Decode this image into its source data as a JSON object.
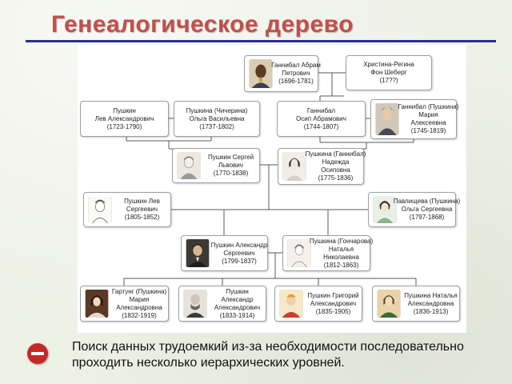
{
  "title": "Генеалогическое дерево",
  "nodes": {
    "gannibal_abram": {
      "lines": [
        "Ганнибал Абрам",
        "Петрович",
        "(1696-1781)"
      ]
    },
    "christina": {
      "lines": [
        "Христина-Регина",
        "Фон Шеберг",
        "(17??)"
      ]
    },
    "pushkin_lev_a": {
      "lines": [
        "Пушкин",
        "Лев Александрович",
        "(1723-1790)"
      ]
    },
    "pushkina_olga_v": {
      "lines": [
        "Пушкина (Чичерина)",
        "Ольга Васильевна",
        "(1737-1802)"
      ]
    },
    "gannibal_osip": {
      "lines": [
        "Ганнибал",
        "Осип Абрамович",
        "(1744-1807)"
      ]
    },
    "gannibal_maria": {
      "lines": [
        "Ганнибал (Пушкина)",
        "Мария",
        "Алексеевна",
        "(1745-1819)"
      ]
    },
    "pushkin_sergey": {
      "lines": [
        "Пушкин Сергей",
        "Львович",
        "(1770-1838)"
      ]
    },
    "pushkina_nadezhda": {
      "lines": [
        "Пушкина (Ганнибал)",
        "Надежда",
        "Осиповна",
        "(1775-1836)"
      ]
    },
    "pushkin_lev_s": {
      "lines": [
        "Пушкин Лев",
        "Сергеевич",
        "(1805-1852)"
      ]
    },
    "pavlishcheva_olga": {
      "lines": [
        "Павлищева (Пушкина)",
        "Ольга Сергеевна",
        "(1797-1868)"
      ]
    },
    "pushkin_alexander": {
      "lines": [
        "Пушкин Александр",
        "Сергеевич",
        "(1799-1837)"
      ]
    },
    "pushkina_natalia": {
      "lines": [
        "Пушкина (Гончарова)",
        "Наталья",
        "Николаевна",
        "(1812-1863)"
      ]
    },
    "gartung_maria": {
      "lines": [
        "Гартунг (Пушкина)",
        "Мария",
        "Александровна",
        "(1832-1919)"
      ]
    },
    "pushkin_alex_jr": {
      "lines": [
        "Пушкин",
        "Александр",
        "Александрович",
        "(1833-1914)"
      ]
    },
    "pushkin_grigory": {
      "lines": [
        "Пушкин Григорий",
        "Александрович",
        "(1835-1905)"
      ]
    },
    "pushkina_natalia_jr": {
      "lines": [
        "Пушкина Наталья",
        "Александровна",
        "(1836-1913)"
      ]
    }
  },
  "note": "Поиск данных трудоемкий из-за необходимости последовательно проходить несколько иерархических уровней.",
  "colors": {
    "title": "#c0504d",
    "rule": "#2a2f8c",
    "icon": "#c62828"
  }
}
